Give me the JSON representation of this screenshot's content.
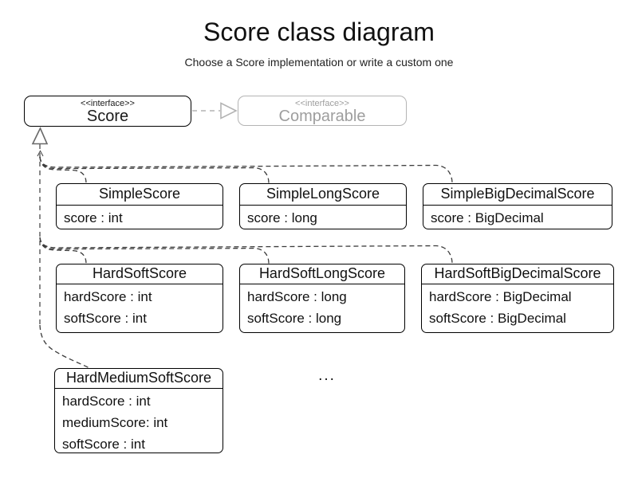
{
  "header": {
    "title": "Score class diagram",
    "subtitle": "Choose a Score implementation or write a custom one"
  },
  "score_interface": {
    "stereotype": "<<interface>>",
    "name": "Score"
  },
  "comparable_interface": {
    "stereotype": "<<interface>>",
    "name": "Comparable"
  },
  "classes": [
    {
      "name": "SimpleScore",
      "attributes": [
        "score : int"
      ]
    },
    {
      "name": "SimpleLongScore",
      "attributes": [
        "score : long"
      ]
    },
    {
      "name": "SimpleBigDecimalScore",
      "attributes": [
        "score : BigDecimal"
      ]
    },
    {
      "name": "HardSoftScore",
      "attributes": [
        "hardScore : int",
        "softScore : int"
      ]
    },
    {
      "name": "HardSoftLongScore",
      "attributes": [
        "hardScore : long",
        "softScore : long"
      ]
    },
    {
      "name": "HardSoftBigDecimalScore",
      "attributes": [
        "hardScore : BigDecimal",
        "softScore : BigDecimal"
      ]
    },
    {
      "name": "HardMediumSoftScore",
      "attributes": [
        "hardScore : int",
        "mediumScore: int",
        "softScore : int"
      ]
    }
  ],
  "ellipsis": "...",
  "relationships": [
    {
      "from": "Score",
      "to": "Comparable",
      "type": "dashed-realization-arrow"
    },
    {
      "from": "all score classes",
      "to": "Score",
      "type": "dashed-realization-arrow"
    }
  ],
  "colors": {
    "background": "#ffffff",
    "text": "#111111",
    "box_border": "#000000",
    "muted_border": "#b4b4b4",
    "muted_text": "#9e9e9e",
    "branch_connector": "#3c3c3c",
    "trunk_connector": "#757575"
  }
}
